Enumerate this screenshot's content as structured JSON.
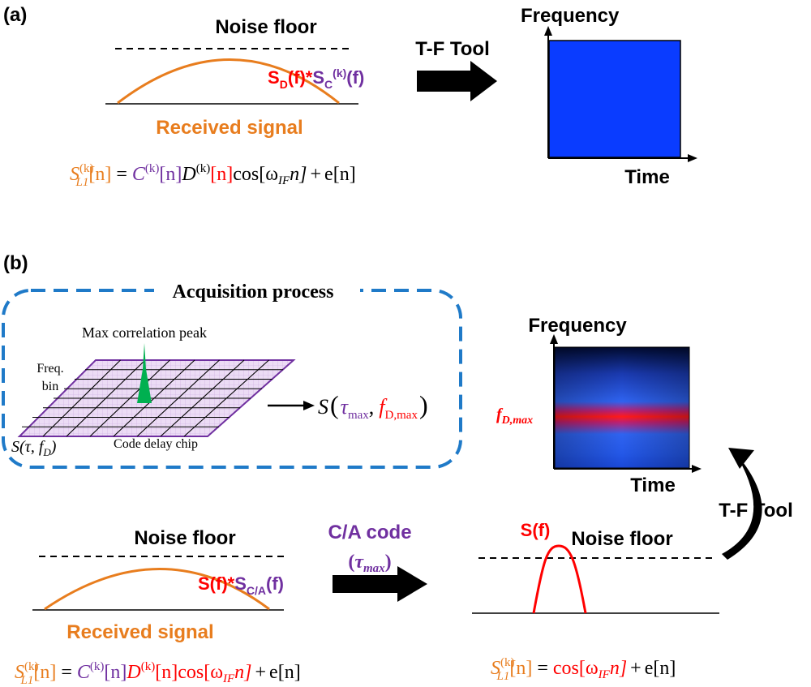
{
  "panel_a": {
    "label": "(a)",
    "noise_floor": "Noise floor",
    "received_signal": "Received signal",
    "product_sd": "S",
    "product_sd_sub": "D",
    "product_sd_arg": "(f)",
    "product_star": "*",
    "product_sc": "S",
    "product_sc_sub": "C",
    "product_sc_sup": "(k)",
    "product_sc_arg": "(f)",
    "tool_label": "T-F Tool",
    "tf_y_label": "Frequency",
    "tf_x_label": "Time",
    "equation": {
      "lhs": "S",
      "lhs_sup": "(k)",
      "lhs_sub": "L1",
      "lhs_arg": "[n]",
      "eq": "=",
      "c": "C",
      "c_sup": "(k)",
      "c_arg": "[n]",
      "d": "D",
      "d_sup": "(k)",
      "d_arg": "[n]",
      "cos": "cos[ω",
      "cos_sub": "IF",
      "cos_end": "n]",
      "plus": "+",
      "e": "e[n]"
    }
  },
  "panel_b": {
    "label": "(b)",
    "acquisition_title": "Acquisition process",
    "max_peak": "Max correlation peak",
    "freq_bin_1": "Freq.",
    "freq_bin_2": "bin",
    "grid_func": "S(τ, f",
    "grid_func_sub": "D",
    "grid_func_end": ")",
    "code_delay": "Code delay chip",
    "result_s": "S",
    "result_open": "(",
    "result_tau": "τ",
    "result_tau_sub": "max",
    "result_comma": ",",
    "result_f": "f",
    "result_f_sub": "D,max",
    "result_close": ")",
    "tf_y_label": "Frequency",
    "tf_x_label": "Time",
    "fd_max": "f",
    "fd_max_sub": "D,max",
    "noise_floor_left": "Noise floor",
    "received_signal": "Received signal",
    "product_s": "S(f)",
    "product_star": "*",
    "product_sca": "S",
    "product_sca_sub": "C/A",
    "product_sca_arg": "(f)",
    "ca_code": "C/A code",
    "ca_tau_open": "(",
    "ca_tau": "τ",
    "ca_tau_sub": "max",
    "ca_tau_close": ")",
    "sf_label": "S(f)",
    "noise_floor_right": "Noise floor",
    "tool_label": "T-F Tool",
    "equation_left": {
      "lhs": "S",
      "lhs_sup": "(k)",
      "lhs_sub": "L1",
      "lhs_arg": "[n]",
      "eq": "=",
      "c": "C",
      "c_sup": "(k)",
      "c_arg": "[n]",
      "d": "D",
      "d_sup": "(k)",
      "d_arg": "[n]",
      "cos": "cos[ω",
      "cos_sub": "IF",
      "cos_end": "n]",
      "plus": "+",
      "e": "e[n]"
    },
    "equation_right": {
      "lhs": "S",
      "lhs_sup": "(k)",
      "lhs_sub": "L1",
      "lhs_arg": "[n]",
      "eq": "=",
      "cos": "cos[ω",
      "cos_sub": "IF",
      "cos_end": "n]",
      "plus": "+",
      "e": "e[n]"
    }
  },
  "colors": {
    "orange": "#e87d1e",
    "red": "#ff0000",
    "purple": "#7030a0",
    "blue_box": "#0a3cff",
    "dash_blue": "#1f7ac8",
    "green": "#00b050",
    "grid_purple": "#7030a0"
  }
}
